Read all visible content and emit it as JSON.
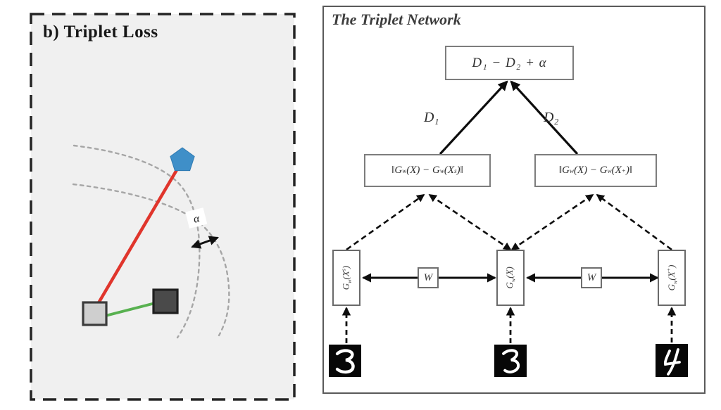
{
  "left_panel": {
    "title": "b) Triplet Loss",
    "alpha_label": "α",
    "colors": {
      "background": "#f0f0f0",
      "frame": "#242424",
      "pentagon": "#3f8fc8",
      "red_line": "#e0352c",
      "green_line": "#58b150",
      "anchor_fill": "#cfcfcf",
      "anchor_stroke": "#3b3b3b",
      "negative_fill": "#4a4a4a",
      "negative_stroke": "#1f1f1f",
      "arc": "#a6a6a6"
    }
  },
  "right_panel": {
    "title": "The Triplet Network",
    "loss_box": "D₁ − D₂ + α",
    "d1_label": "D₁",
    "d2_label": "D₂",
    "norm_left": {
      "p1": "‖G",
      "s1": "w",
      "p2": "(X) − G",
      "s2": "w",
      "p3": "(X",
      "sup": "s",
      "p4": ")‖"
    },
    "norm_right": {
      "p1": "‖G",
      "s1": "w",
      "p2": "(X) − G",
      "s2": "w",
      "p3": "(X",
      "sup": "+",
      "p4": ")‖"
    },
    "net_left": {
      "p1": "G",
      "s1": "w",
      "p2": "(X",
      "sup": "s",
      "p3": ")"
    },
    "net_middle": {
      "p1": "G",
      "s1": "w",
      "p2": "(X)",
      "sup": "",
      "p3": ""
    },
    "net_right": {
      "p1": "G",
      "s1": "w",
      "p2": "(X",
      "sup": "+",
      "p3": ")"
    },
    "w_left": "W",
    "w_right": "W",
    "inputs": [
      {
        "digit": "3"
      },
      {
        "digit": "3"
      },
      {
        "digit": "4"
      }
    ]
  }
}
